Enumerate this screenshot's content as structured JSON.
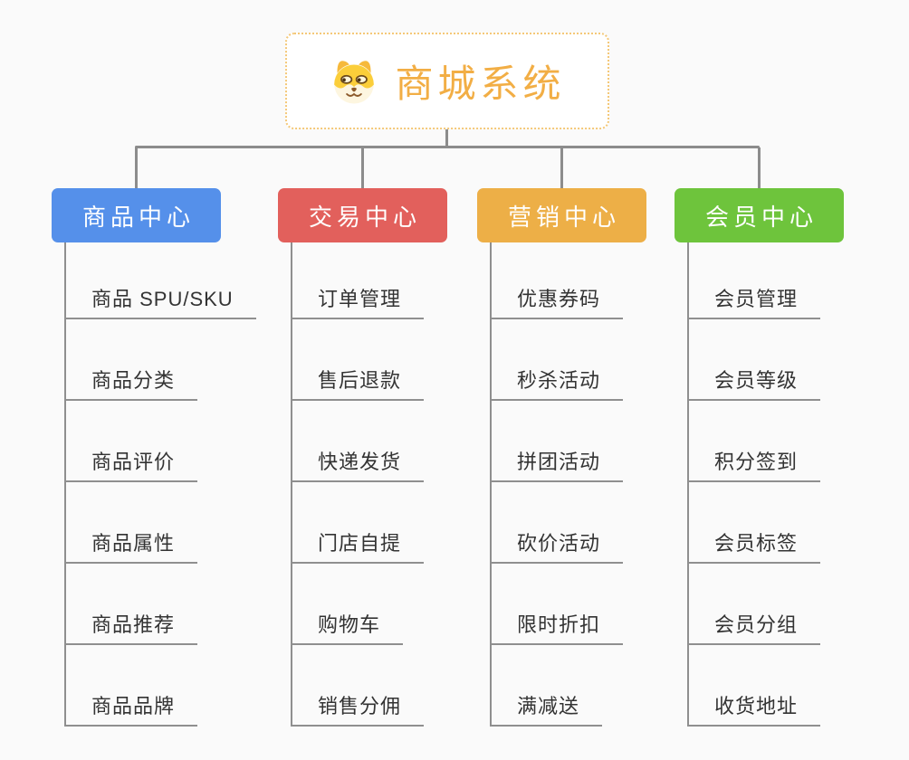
{
  "root": {
    "title": "商城系统",
    "icon": "shiba-dog-icon",
    "text_color": "#f2ae45",
    "border_color": "#f4c878"
  },
  "connector_color": "#8c8c8c",
  "branch_line_color": "#8f8f8f",
  "branches": [
    {
      "id": "product-center",
      "label": "商品中心",
      "color": "#5590ea",
      "children": [
        "商品 SPU/SKU",
        "商品分类",
        "商品评价",
        "商品属性",
        "商品推荐",
        "商品品牌"
      ]
    },
    {
      "id": "trade-center",
      "label": "交易中心",
      "color": "#e2605c",
      "children": [
        "订单管理",
        "售后退款",
        "快递发货",
        "门店自提",
        "购物车",
        "销售分佣"
      ]
    },
    {
      "id": "marketing-center",
      "label": "营销中心",
      "color": "#edaf47",
      "children": [
        "优惠券码",
        "秒杀活动",
        "拼团活动",
        "砍价活动",
        "限时折扣",
        "满减送"
      ]
    },
    {
      "id": "member-center",
      "label": "会员中心",
      "color": "#6ec43c",
      "children": [
        "会员管理",
        "会员等级",
        "积分签到",
        "会员标签",
        "会员分组",
        "收货地址"
      ]
    }
  ]
}
